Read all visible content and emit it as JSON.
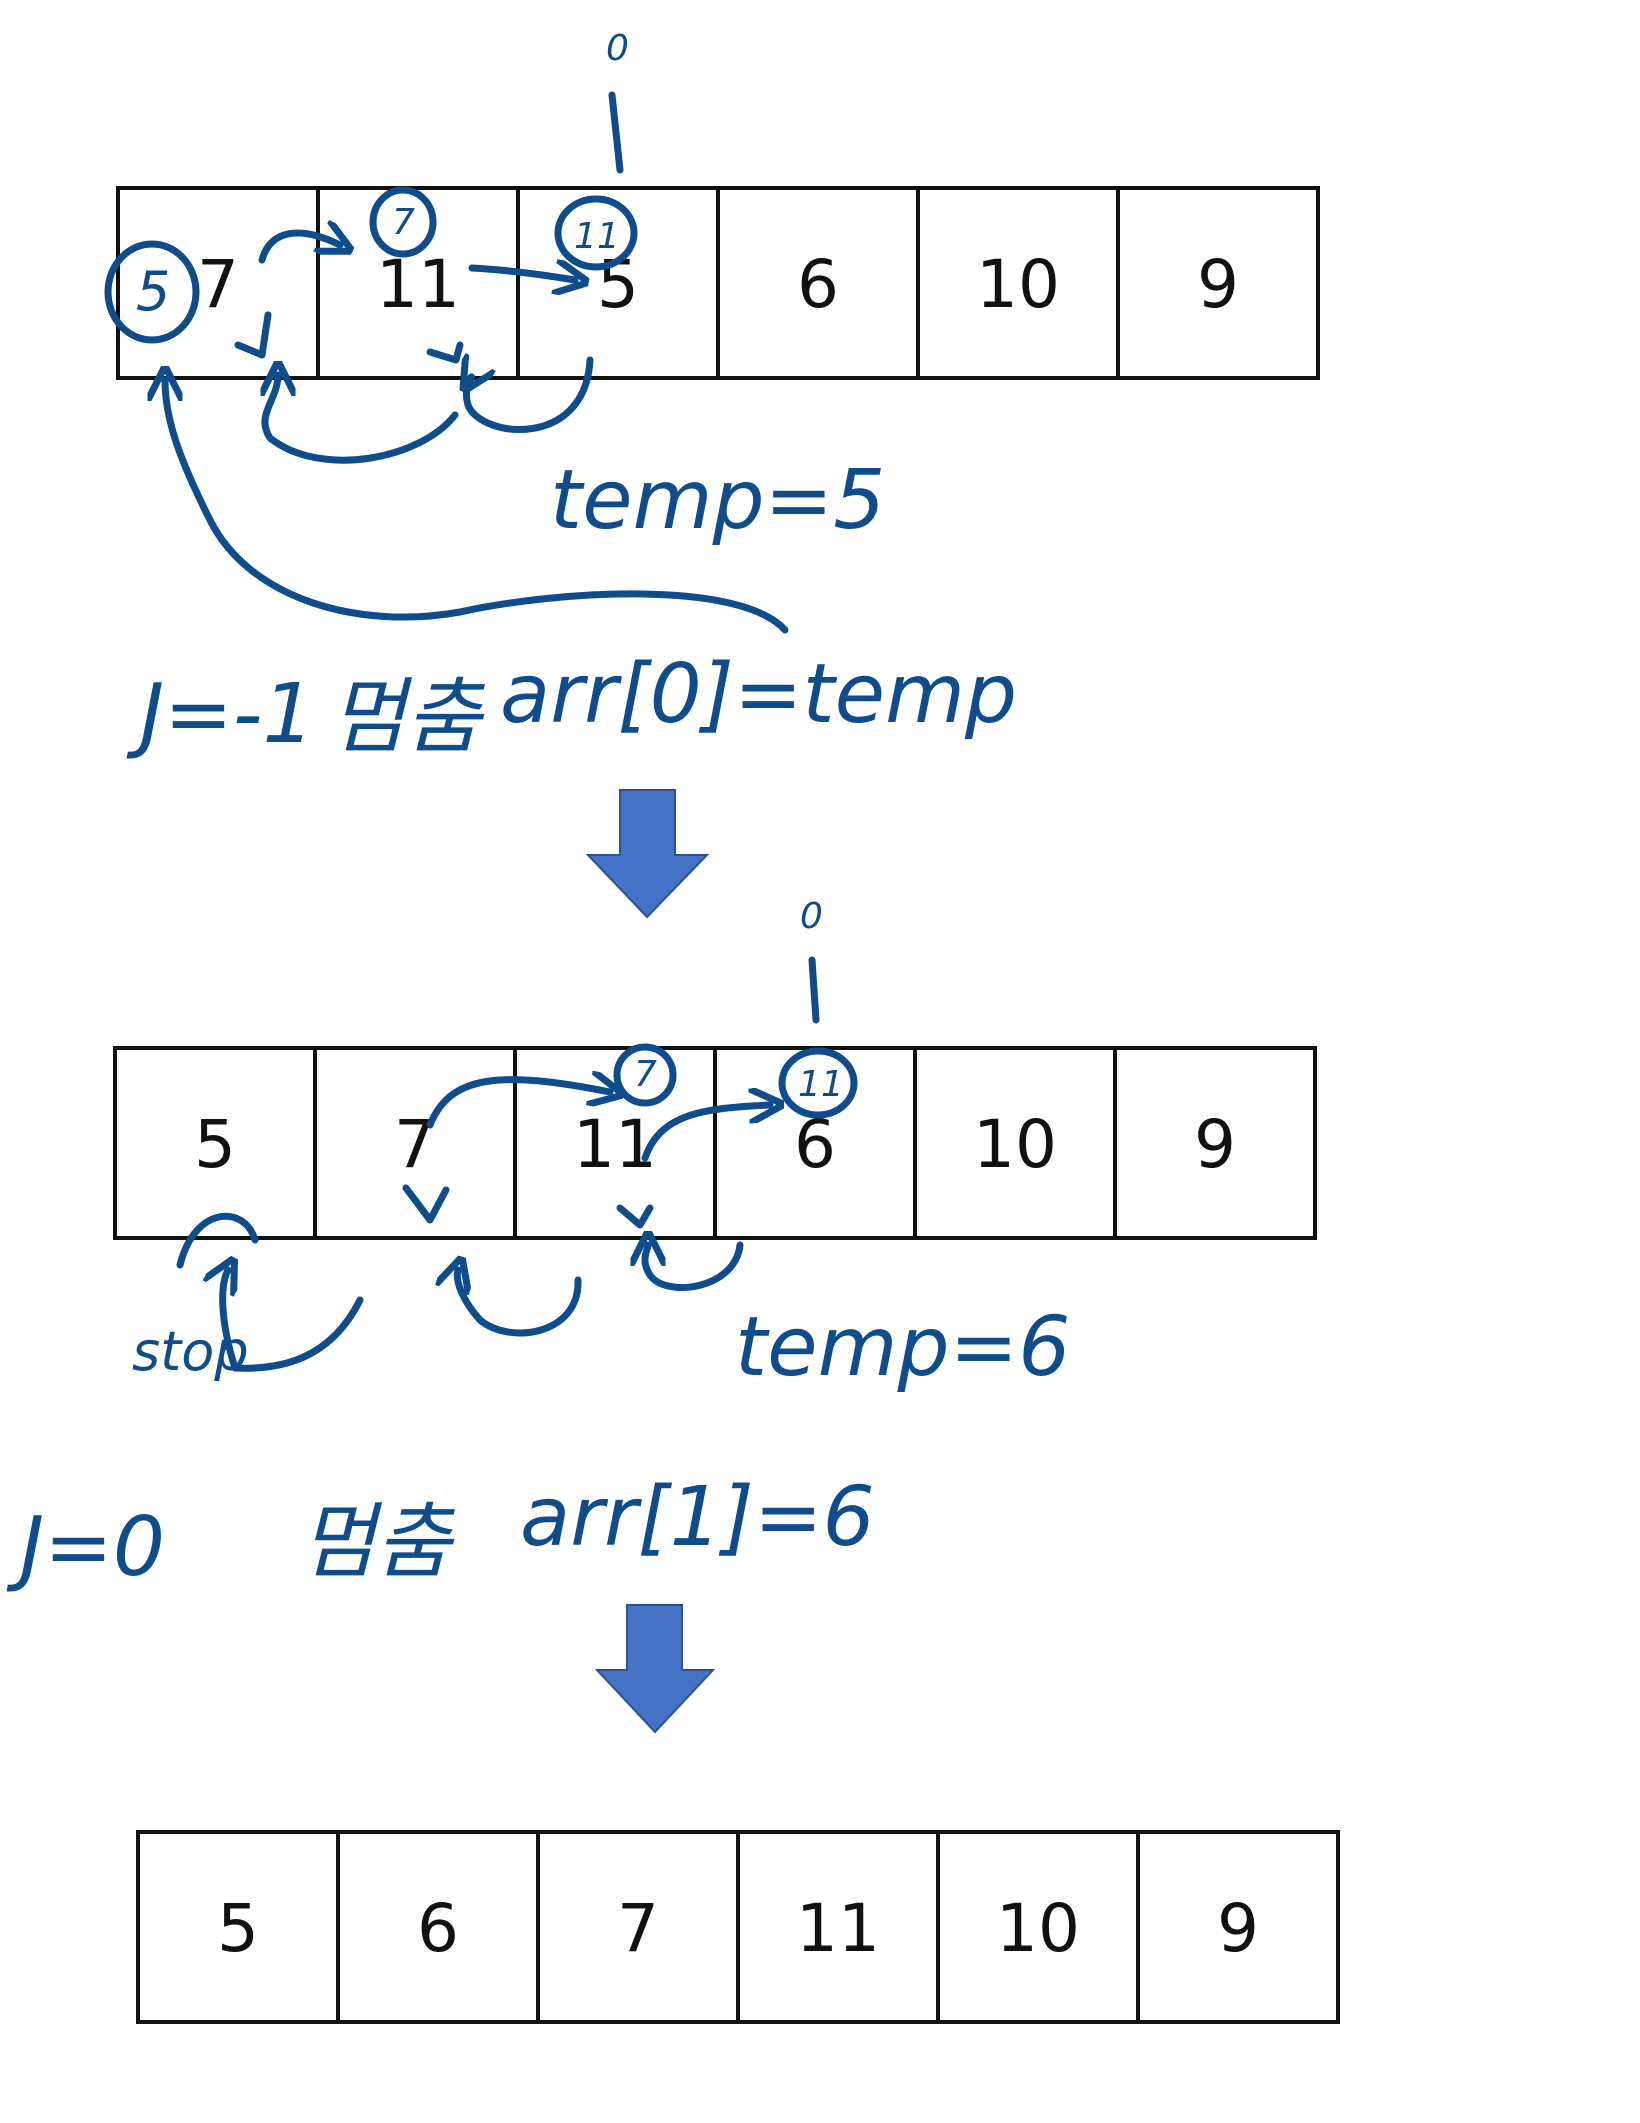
{
  "colors": {
    "ink": "#0e4c8c",
    "arrow_fill": "#4472c4",
    "arrow_stroke": "#2f528f",
    "grid": "#111111"
  },
  "rows": [
    {
      "values": [
        "7",
        "11",
        "5",
        "6",
        "10",
        "9"
      ]
    },
    {
      "values": [
        "5",
        "7",
        "11",
        "6",
        "10",
        "9"
      ]
    },
    {
      "values": [
        "5",
        "6",
        "7",
        "11",
        "10",
        "9"
      ]
    }
  ],
  "annotations": {
    "step1": {
      "index_mark": "0",
      "circled_a": "5",
      "circled_b": "7",
      "circled_c": "11",
      "temp": "temp=5",
      "condition": "J=-1",
      "stop": "멈춤",
      "assign": "arr[0]=temp"
    },
    "step2": {
      "index_mark": "0",
      "circled_a": "7",
      "circled_b": "11",
      "stop_word": "stop",
      "temp": "temp=6",
      "condition": "J=0",
      "stop": "멈춤",
      "assign": "arr[1]=6"
    }
  }
}
